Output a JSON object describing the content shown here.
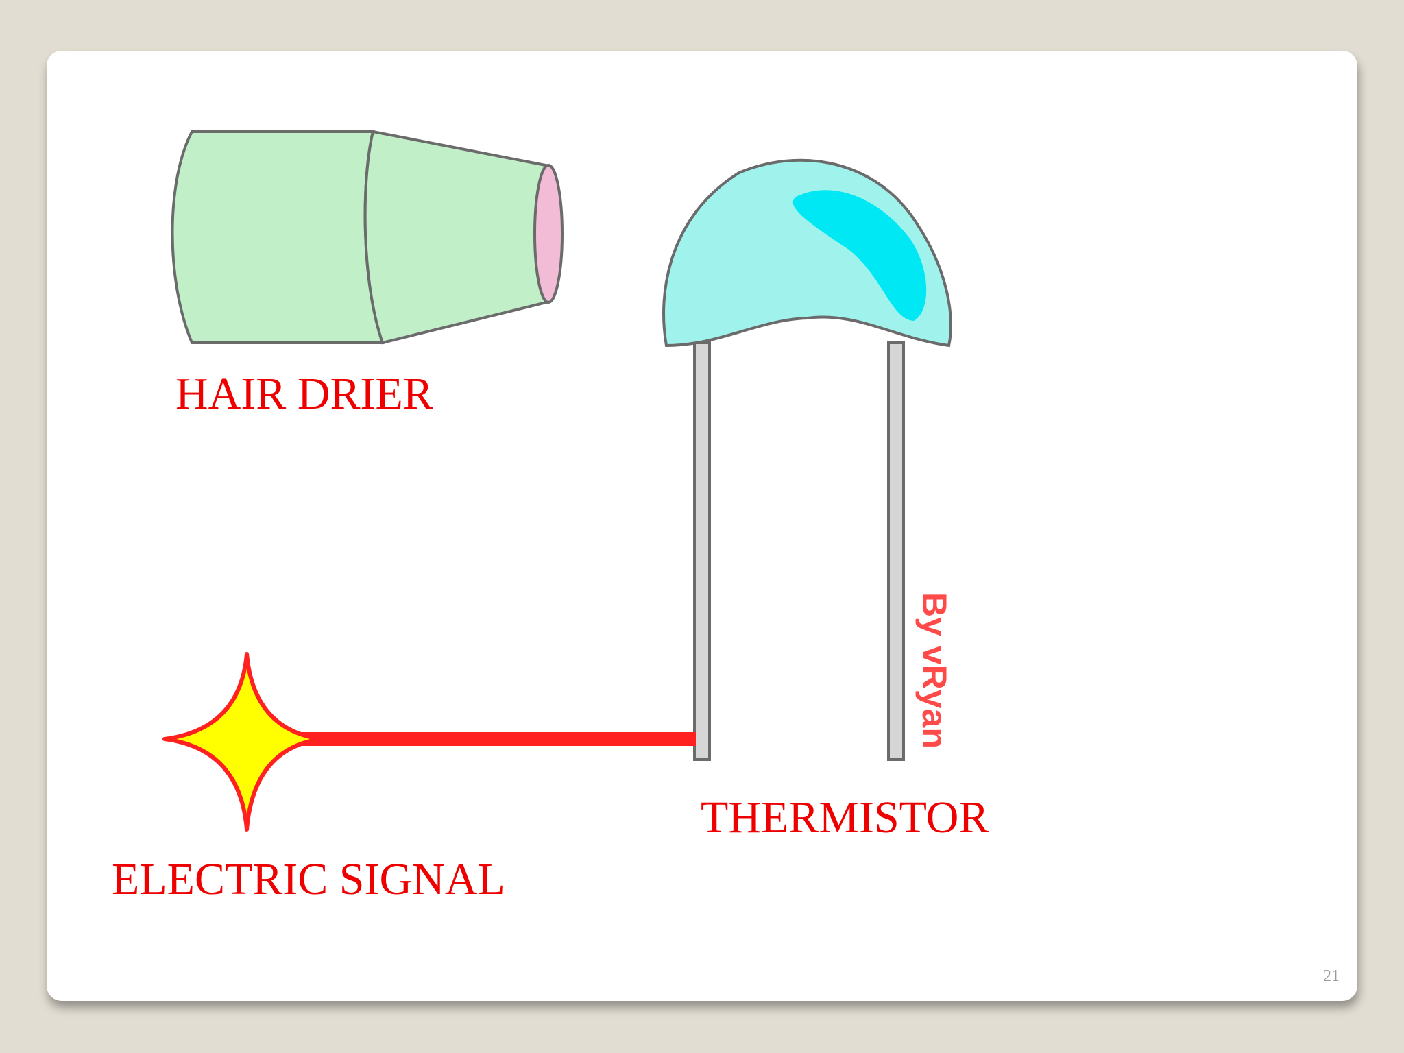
{
  "slide": {
    "labels": {
      "hair_drier": "HAIR DRIER",
      "thermistor": "THERMISTOR",
      "electric_signal": "ELECTRIC SIGNAL",
      "credit": "By vRyan"
    },
    "page_number": "21"
  },
  "colors": {
    "label_text": "#ee0000",
    "drier_body": "#c0efc8",
    "drier_nozzle": "#f2bcd6",
    "thermistor_bead": "#a0f2ec",
    "thermistor_highlight": "#00e8f4",
    "signal_line": "#ff2020",
    "spark_fill": "#ffff00",
    "spark_outline": "#ff2020"
  },
  "icons": {
    "hair_drier": "hair-drier-icon",
    "thermistor": "thermistor-icon",
    "spark": "spark-icon"
  }
}
